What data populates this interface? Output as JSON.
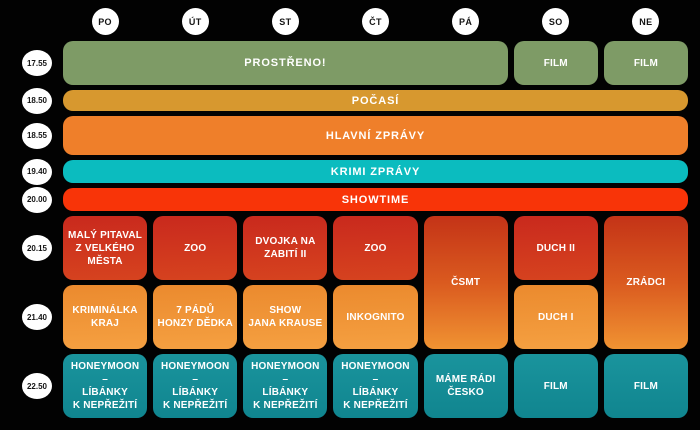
{
  "palette": {
    "background": "#020202",
    "circle_bg": "#ffffff",
    "circle_text": "#141414",
    "green": "#7e9b66",
    "amber": "#d7982f",
    "orange": "#ef7f2a",
    "teal_bright": "#0bbcbf",
    "red": "#f83408",
    "dark_red": "#cc2a1c",
    "orange_cell": "#f0953a",
    "teal_dark": "#15909a"
  },
  "days": [
    "PO",
    "ÚT",
    "ST",
    "ČT",
    "PÁ",
    "SO",
    "NE"
  ],
  "times": [
    "17.55",
    "18.50",
    "18.55",
    "19.40",
    "20.00",
    "20.15",
    "21.40",
    "22.50"
  ],
  "cells": [
    {
      "label": "PROSTŘENO!",
      "time": "17.55",
      "days": "PO–PÁ"
    },
    {
      "label": "FILM",
      "time": "17.55",
      "days": "SO"
    },
    {
      "label": "FILM",
      "time": "17.55",
      "days": "NE"
    },
    {
      "label": "POČASÍ",
      "time": "18.50",
      "days": "PO–NE"
    },
    {
      "label": "HLAVNÍ ZPRÁVY",
      "time": "18.55",
      "days": "PO–NE"
    },
    {
      "label": "KRIMI ZPRÁVY",
      "time": "19.40",
      "days": "PO–NE"
    },
    {
      "label": "SHOWTIME",
      "time": "20.00",
      "days": "PO–NE"
    },
    {
      "label": "MALÝ PITAVAL\nZ VELKÉHO\nMĚSTA",
      "time": "20.15",
      "days": "PO"
    },
    {
      "label": "ZOO",
      "time": "20.15",
      "days": "ÚT"
    },
    {
      "label": "DVOJKA NA\nZABITÍ II",
      "time": "20.15",
      "days": "ST"
    },
    {
      "label": "ZOO",
      "time": "20.15",
      "days": "ČT"
    },
    {
      "label": "ČSMT",
      "time": "20.15–21.40",
      "days": "PÁ"
    },
    {
      "label": "DUCH II",
      "time": "20.15",
      "days": "SO"
    },
    {
      "label": "ZRÁDCI",
      "time": "20.15–21.40",
      "days": "NE"
    },
    {
      "label": "KRIMINÁLKA\nKRAJ",
      "time": "21.40",
      "days": "PO"
    },
    {
      "label": "7 PÁDŮ\nHONZY DĚDKA",
      "time": "21.40",
      "days": "ÚT"
    },
    {
      "label": "SHOW\nJANA KRAUSE",
      "time": "21.40",
      "days": "ST"
    },
    {
      "label": "INKOGNITO",
      "time": "21.40",
      "days": "ČT"
    },
    {
      "label": "DUCH I",
      "time": "21.40",
      "days": "SO"
    },
    {
      "label": "HONEYMOON –\nLÍBÁNKY\nK NEPŘEŽITÍ",
      "time": "22.50",
      "days": "PO"
    },
    {
      "label": "HONEYMOON –\nLÍBÁNKY\nK NEPŘEŽITÍ",
      "time": "22.50",
      "days": "ÚT"
    },
    {
      "label": "HONEYMOON –\nLÍBÁNKY\nK NEPŘEŽITÍ",
      "time": "22.50",
      "days": "ST"
    },
    {
      "label": "HONEYMOON –\nLÍBÁNKY\nK NEPŘEŽITÍ",
      "time": "22.50",
      "days": "ČT"
    },
    {
      "label": "MÁME RÁDI\nČESKO",
      "time": "22.50",
      "days": "PÁ"
    },
    {
      "label": "FILM",
      "time": "22.50",
      "days": "SO"
    },
    {
      "label": "FILM",
      "time": "22.50",
      "days": "NE"
    }
  ],
  "chart_data": {
    "type": "table",
    "title": "",
    "columns": [
      "PO",
      "ÚT",
      "ST",
      "ČT",
      "PÁ",
      "SO",
      "NE"
    ],
    "row_labels": [
      "17.55",
      "18.50",
      "18.55",
      "19.40",
      "20.00",
      "20.15",
      "21.40",
      "22.50"
    ],
    "rows": [
      [
        "PROSTŘENO!",
        "PROSTŘENO!",
        "PROSTŘENO!",
        "PROSTŘENO!",
        "PROSTŘENO!",
        "FILM",
        "FILM"
      ],
      [
        "POČASÍ",
        "POČASÍ",
        "POČASÍ",
        "POČASÍ",
        "POČASÍ",
        "POČASÍ",
        "POČASÍ"
      ],
      [
        "HLAVNÍ ZPRÁVY",
        "HLAVNÍ ZPRÁVY",
        "HLAVNÍ ZPRÁVY",
        "HLAVNÍ ZPRÁVY",
        "HLAVNÍ ZPRÁVY",
        "HLAVNÍ ZPRÁVY",
        "HLAVNÍ ZPRÁVY"
      ],
      [
        "KRIMI ZPRÁVY",
        "KRIMI ZPRÁVY",
        "KRIMI ZPRÁVY",
        "KRIMI ZPRÁVY",
        "KRIMI ZPRÁVY",
        "KRIMI ZPRÁVY",
        "KRIMI ZPRÁVY"
      ],
      [
        "SHOWTIME",
        "SHOWTIME",
        "SHOWTIME",
        "SHOWTIME",
        "SHOWTIME",
        "SHOWTIME",
        "SHOWTIME"
      ],
      [
        "MALÝ PITAVAL Z VELKÉHO MĚSTA",
        "ZOO",
        "DVOJKA NA ZABITÍ II",
        "ZOO",
        "ČSMT",
        "DUCH II",
        "ZRÁDCI"
      ],
      [
        "KRIMINÁLKA KRAJ",
        "7 PÁDŮ HONZY DĚDKA",
        "SHOW JANA KRAUSE",
        "INKOGNITO",
        "ČSMT",
        "DUCH I",
        "ZRÁDCI"
      ],
      [
        "HONEYMOON – LÍBÁNKY K NEPŘEŽITÍ",
        "HONEYMOON – LÍBÁNKY K NEPŘEŽITÍ",
        "HONEYMOON – LÍBÁNKY K NEPŘEŽITÍ",
        "HONEYMOON – LÍBÁNKY K NEPŘEŽITÍ",
        "MÁME RÁDI ČESKO",
        "FILM",
        "FILM"
      ]
    ]
  }
}
